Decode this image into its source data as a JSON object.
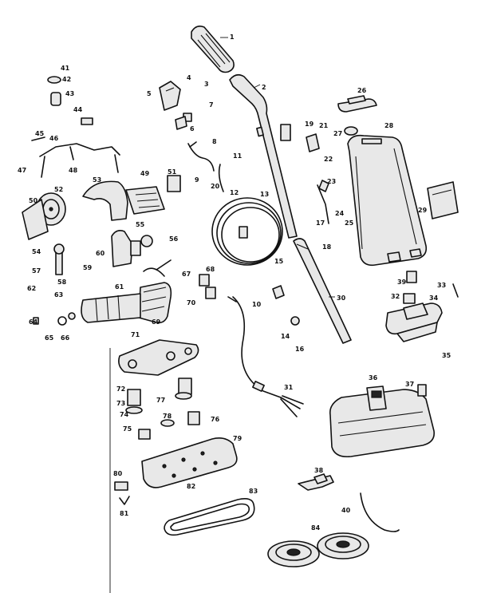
{
  "callouts": [
    {
      "id": "c1",
      "label": "1"
    },
    {
      "id": "c2",
      "label": "2"
    },
    {
      "id": "c3",
      "label": "3"
    },
    {
      "id": "c4",
      "label": "4"
    },
    {
      "id": "c5",
      "label": "5"
    },
    {
      "id": "c6",
      "label": "6"
    },
    {
      "id": "c7",
      "label": "7"
    },
    {
      "id": "c8",
      "label": "8"
    },
    {
      "id": "c9",
      "label": "9"
    },
    {
      "id": "c10",
      "label": "10"
    },
    {
      "id": "c11",
      "label": "11"
    },
    {
      "id": "c12",
      "label": "12"
    },
    {
      "id": "c13",
      "label": "13"
    },
    {
      "id": "c14",
      "label": "14"
    },
    {
      "id": "c15",
      "label": "15"
    },
    {
      "id": "c16",
      "label": "16"
    },
    {
      "id": "c17",
      "label": "17"
    },
    {
      "id": "c18",
      "label": "18"
    },
    {
      "id": "c19",
      "label": "19"
    },
    {
      "id": "c20",
      "label": "20"
    },
    {
      "id": "c21",
      "label": "21"
    },
    {
      "id": "c22",
      "label": "22"
    },
    {
      "id": "c23",
      "label": "23"
    },
    {
      "id": "c24",
      "label": "24"
    },
    {
      "id": "c25",
      "label": "25"
    },
    {
      "id": "c26",
      "label": "26"
    },
    {
      "id": "c27",
      "label": "27"
    },
    {
      "id": "c28",
      "label": "28"
    },
    {
      "id": "c29",
      "label": "29"
    },
    {
      "id": "c30",
      "label": "30"
    },
    {
      "id": "c31",
      "label": "31"
    },
    {
      "id": "c32",
      "label": "32"
    },
    {
      "id": "c33",
      "label": "33"
    },
    {
      "id": "c34",
      "label": "34"
    },
    {
      "id": "c35",
      "label": "35"
    },
    {
      "id": "c36",
      "label": "36"
    },
    {
      "id": "c37",
      "label": "37"
    },
    {
      "id": "c38",
      "label": "38"
    },
    {
      "id": "c39",
      "label": "39"
    },
    {
      "id": "c40",
      "label": "40"
    },
    {
      "id": "c41",
      "label": "41"
    },
    {
      "id": "c42",
      "label": "42"
    },
    {
      "id": "c43",
      "label": "43"
    },
    {
      "id": "c44",
      "label": "44"
    },
    {
      "id": "c45",
      "label": "45"
    },
    {
      "id": "c46",
      "label": "46"
    },
    {
      "id": "c47",
      "label": "47"
    },
    {
      "id": "c48",
      "label": "48"
    },
    {
      "id": "c49",
      "label": "49"
    },
    {
      "id": "c50",
      "label": "50"
    },
    {
      "id": "c51",
      "label": "51"
    },
    {
      "id": "c52",
      "label": "52"
    },
    {
      "id": "c53",
      "label": "53"
    },
    {
      "id": "c54",
      "label": "54"
    },
    {
      "id": "c55",
      "label": "55"
    },
    {
      "id": "c56",
      "label": "56"
    },
    {
      "id": "c57",
      "label": "57"
    },
    {
      "id": "c58",
      "label": "58"
    },
    {
      "id": "c59",
      "label": "59"
    },
    {
      "id": "c60",
      "label": "60"
    },
    {
      "id": "c61",
      "label": "61"
    },
    {
      "id": "c62",
      "label": "62"
    },
    {
      "id": "c63",
      "label": "63"
    },
    {
      "id": "c64",
      "label": "64"
    },
    {
      "id": "c65",
      "label": "65"
    },
    {
      "id": "c66",
      "label": "66"
    },
    {
      "id": "c67",
      "label": "67"
    },
    {
      "id": "c68",
      "label": "68"
    },
    {
      "id": "c69",
      "label": "69"
    },
    {
      "id": "c70",
      "label": "70"
    },
    {
      "id": "c71",
      "label": "71"
    },
    {
      "id": "c72",
      "label": "72"
    },
    {
      "id": "c73",
      "label": "73"
    },
    {
      "id": "c74",
      "label": "74"
    },
    {
      "id": "c75",
      "label": "75"
    },
    {
      "id": "c76",
      "label": "76"
    },
    {
      "id": "c77",
      "label": "77"
    },
    {
      "id": "c78",
      "label": "78"
    },
    {
      "id": "c79",
      "label": "79"
    },
    {
      "id": "c80",
      "label": "80"
    },
    {
      "id": "c81",
      "label": "81"
    },
    {
      "id": "c82",
      "label": "82"
    },
    {
      "id": "c83",
      "label": "83"
    },
    {
      "id": "c84",
      "label": "84"
    }
  ]
}
